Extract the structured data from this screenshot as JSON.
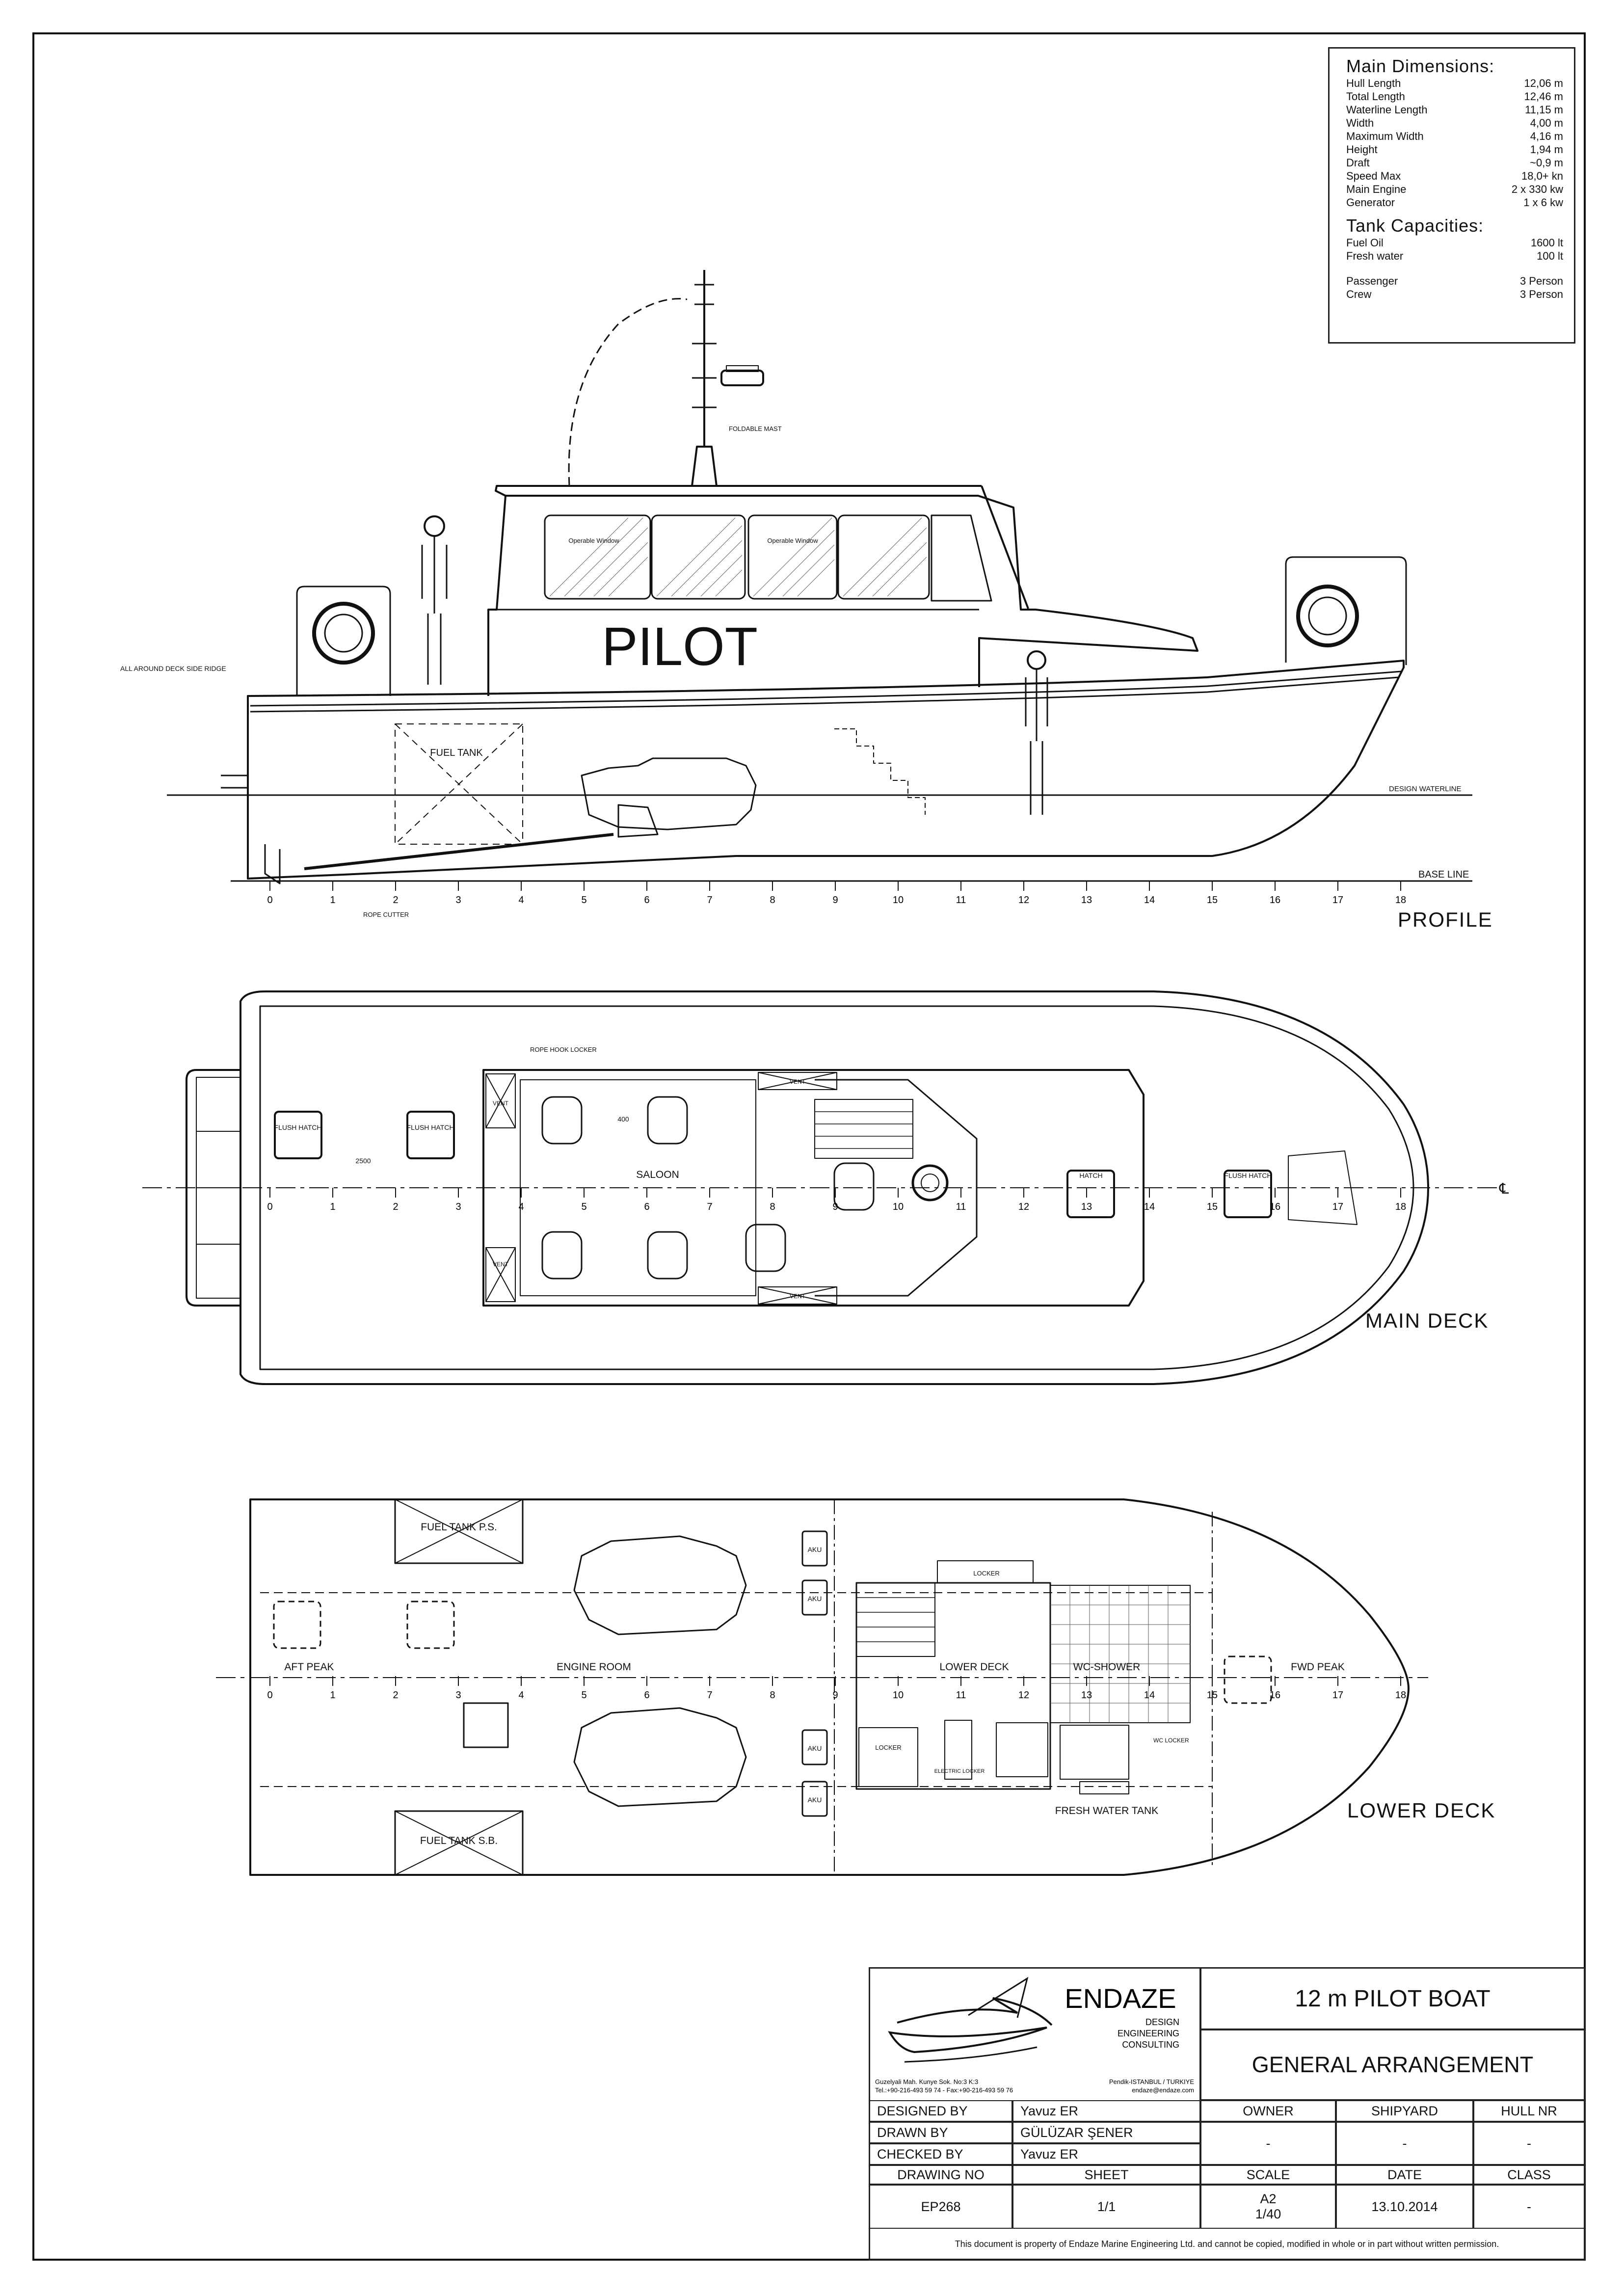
{
  "drawing": {
    "profile_caption": "PROFILE",
    "main_deck_caption": "MAIN DECK",
    "lower_deck_caption": "LOWER DECK",
    "hull_text": "PILOT",
    "frames": [
      "0",
      "1",
      "2",
      "3",
      "4",
      "5",
      "6",
      "7",
      "8",
      "9",
      "10",
      "11",
      "12",
      "13",
      "14",
      "15",
      "16",
      "17",
      "18"
    ],
    "profile_labels": {
      "deck_ridge": "ALL AROUND DECK SIDE RIDGE",
      "fuel_tank": "FUEL TANK",
      "design_waterline": "DESIGN WATERLINE",
      "base_line": "BASE LINE",
      "rope_cutter": "ROPE CUTTER",
      "foldable_mast": "FOLDABLE MAST",
      "operable_window_1": "Operable Window",
      "operable_window_2": "Operable Window"
    },
    "main_deck_labels": {
      "rope_hook_locker": "ROPE HOOK LOCKER",
      "flush_hatch_1": "FLUSH HATCH",
      "flush_hatch_2": "FLUSH HATCH",
      "flush_hatch_3": "FLUSH HATCH",
      "hatch": "HATCH",
      "saloon": "SALOON",
      "dim_2500": "2500",
      "dim_400": "400",
      "vent_1": "VENT",
      "vent_2": "VENT",
      "vent_3": "VENT",
      "vent_4": "VENT",
      "centerline": "℄"
    },
    "lower_deck_labels": {
      "fuel_tank_ps": "FUEL TANK P.S.",
      "fuel_tank_sb": "FUEL TANK S.B.",
      "aft_peak": "AFT PEAK",
      "engine_room": "ENGINE ROOM",
      "lower_deck": "LOWER DECK",
      "wc_shower": "WC-SHOWER",
      "fwd_peak": "FWD PEAK",
      "locker_1": "LOCKER",
      "locker_2": "LOCKER",
      "wc_locker": "WC LOCKER",
      "electric_locker": "ELECTRIC LOCKER",
      "fresh_water_tank": "FRESH WATER TANK",
      "aku": "AKU"
    }
  },
  "main_dimensions": {
    "heading": "Main Dimensions:",
    "rows": [
      {
        "label": "Hull Length",
        "value": "12,06 m"
      },
      {
        "label": "Total Length",
        "value": "12,46 m"
      },
      {
        "label": "Waterline Length",
        "value": "11,15 m"
      },
      {
        "label": "Width",
        "value": "4,00 m"
      },
      {
        "label": "Maximum Width",
        "value": "4,16 m"
      },
      {
        "label": "Height",
        "value": "1,94 m"
      },
      {
        "label": "Draft",
        "value": "~0,9 m"
      },
      {
        "label": "Speed Max",
        "value": "18,0+ kn"
      },
      {
        "label": "Main Engine",
        "value": "2 x 330 kw"
      },
      {
        "label": "Generator",
        "value": "1 x 6 kw"
      }
    ]
  },
  "tank_capacities": {
    "heading": "Tank Capacities:",
    "rows": [
      {
        "label": "Fuel Oil",
        "value": "1600 lt"
      },
      {
        "label": "Fresh water",
        "value": "100 lt"
      }
    ],
    "people": [
      {
        "label": "Passenger",
        "value": "3 Person"
      },
      {
        "label": "Crew",
        "value": "3 Person"
      }
    ]
  },
  "title_block": {
    "company": "ENDAZE",
    "company_sub_1": "DESIGN",
    "company_sub_2": "ENGINEERING",
    "company_sub_3": "CONSULTING",
    "address_left_1": "Guzelyali Mah. Kunye Sok. No:3 K:3",
    "address_left_2": "Tel.:+90-216-493 59 74 - Fax:+90-216-493 59 76",
    "address_right_1": "Pendik-ISTANBUL / TURKIYE",
    "address_right_2": "endaze@endaze.com",
    "project": "12 m PILOT BOAT",
    "drawing_title": "GENERAL ARRANGEMENT",
    "designed_by_label": "DESIGNED BY",
    "designed_by": "Yavuz ER",
    "drawn_by_label": "DRAWN BY",
    "drawn_by": "GÜLÜZAR ŞENER",
    "checked_by_label": "CHECKED BY",
    "checked_by": "Yavuz ER",
    "owner_label": "OWNER",
    "owner": "-",
    "shipyard_label": "SHIPYARD",
    "shipyard": "-",
    "hull_nr_label": "HULL NR",
    "hull_nr": "-",
    "drawing_no_label": "DRAWING NO",
    "drawing_no": "EP268",
    "sheet_label": "SHEET",
    "sheet": "1/1",
    "scale_label": "SCALE",
    "scale_1": "A2",
    "scale_2": "1/40",
    "date_label": "DATE",
    "date": "13.10.2014",
    "class_label": "CLASS",
    "class": "-",
    "notice": "This document is property of  Endaze Marine Engineering Ltd. and cannot be copied, modified in whole or in part without written permission."
  }
}
